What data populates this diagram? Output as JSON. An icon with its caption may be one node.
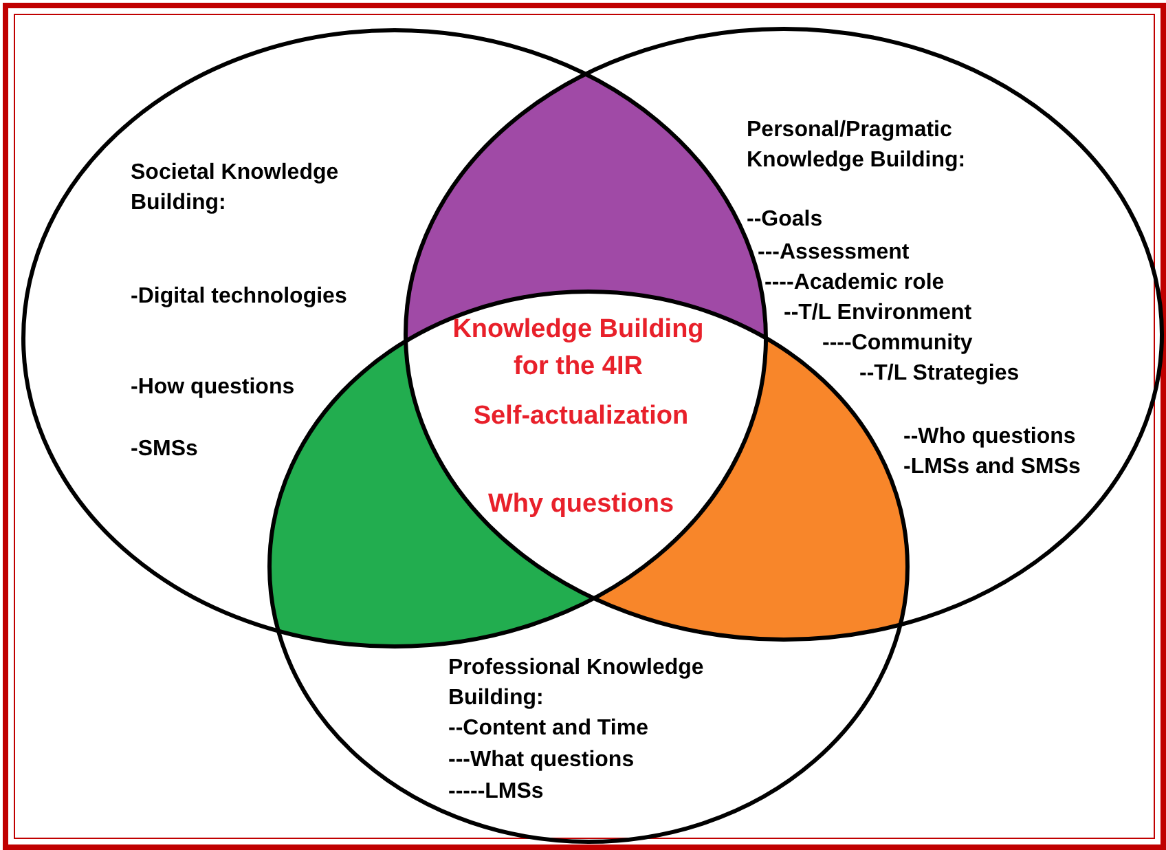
{
  "diagram": {
    "nodes": [
      {
        "text": [
          "Societal Knowledge Building:",
          "-Digital technologies",
          "-How questions",
          "-SMSs"
        ]
      },
      {
        "text": [
          "Personal/Pragmatic Knowledge Building:",
          "--Goals",
          "---Assessment",
          "----Academic role",
          "--T/L Environment",
          "----Community",
          "--T/L Strategies",
          "--Who questions",
          "-LMSs and SMSs"
        ]
      },
      {
        "text": [
          "Professional Knowledge Building:",
          "--Content and Time",
          "---What questions",
          "-----LMSs"
        ]
      },
      {
        "text": [
          "Knowledge Building for the 4IR",
          "Self-actualization",
          "Why questions"
        ]
      }
    ]
  }
}
